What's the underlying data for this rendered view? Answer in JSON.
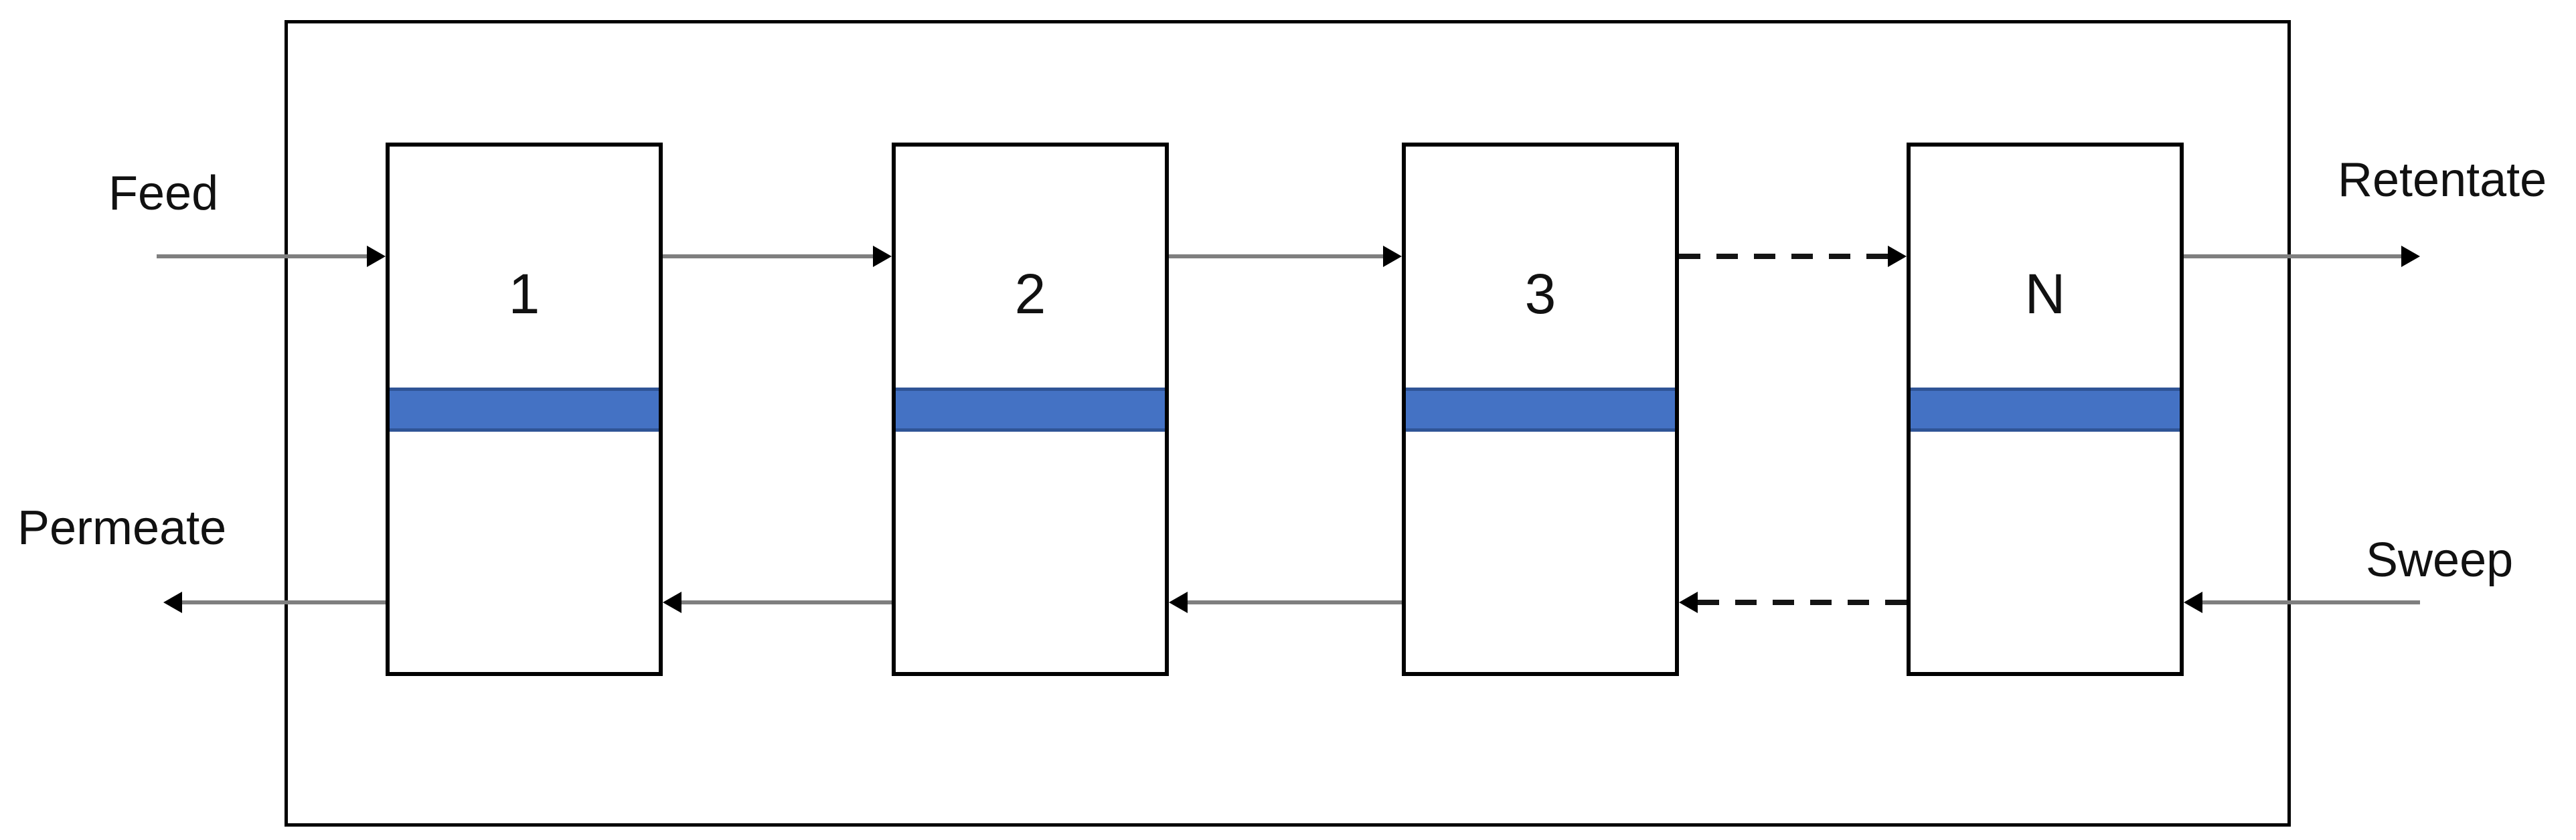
{
  "diagram": {
    "stages": [
      {
        "label": "1"
      },
      {
        "label": "2"
      },
      {
        "label": "3"
      },
      {
        "label": "N"
      }
    ],
    "streams": {
      "feed_label": "Feed",
      "retentate_label": "Retentate",
      "permeate_label": "Permeate",
      "sweep_label": "Sweep"
    },
    "colors": {
      "membrane_fill": "#4472c4",
      "membrane_edge": "#2f5496",
      "line_color": "#000000",
      "arrow_shaft": "#7f7f7f",
      "background": "#ffffff"
    }
  }
}
